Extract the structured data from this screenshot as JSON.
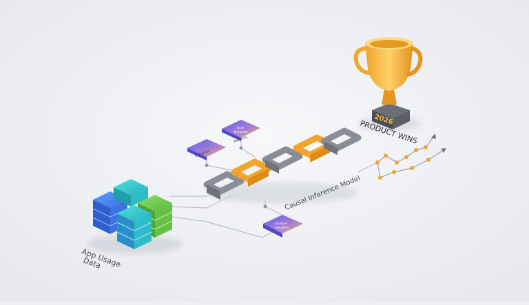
{
  "labels": {
    "data_source": [
      "App Usage",
      "Data"
    ],
    "model": "Causal Inference Model",
    "outcome": "PRODUCT WINS",
    "trophy_year": "2026",
    "card_behavior": "Behavior",
    "card_user": [
      "User",
      "Behavior"
    ],
    "card_patterns": "Patterns",
    "card_feature": [
      "Feature",
      "Adoption"
    ]
  },
  "colors": {
    "background": "#eeeff3",
    "chain_gray": "#8a8d96",
    "chain_orange": "#f3a42c",
    "trophy_gold": "#f4b23a",
    "trophy_base": "#5a5d66",
    "card_gradient_start": "#6c66e8",
    "card_gradient_end": "#f2b35a",
    "server_blue": "#3f7de8",
    "server_teal": "#2cc3c7",
    "server_green": "#6cc44a",
    "connector": "#b7bcc7",
    "node": "#f3a42c"
  },
  "icons": [
    "server-stack-icon",
    "trophy-icon",
    "chain-link-icon",
    "trend-chart-icon"
  ]
}
